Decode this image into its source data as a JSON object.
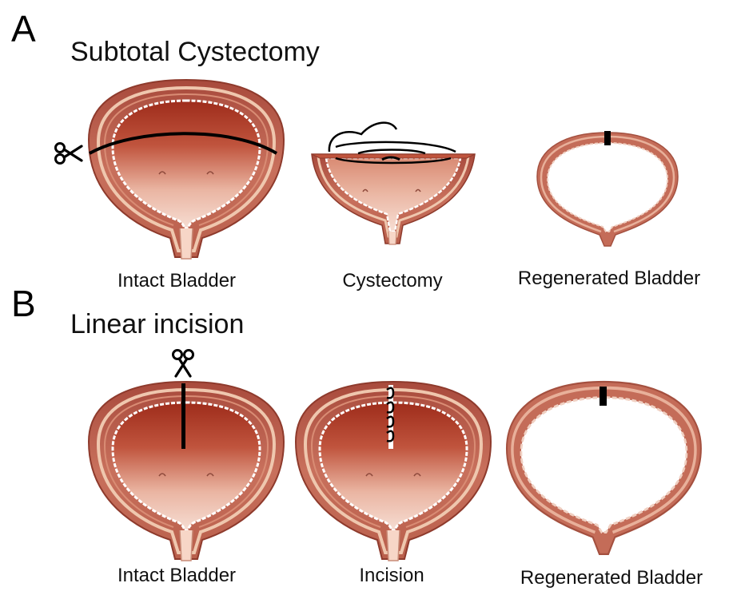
{
  "panel_a": {
    "letter": "A",
    "title": "Subtotal Cystectomy",
    "captions": [
      "Intact Bladder",
      "Cystectomy",
      "Regenerated Bladder"
    ]
  },
  "panel_b": {
    "letter": "B",
    "title": "Linear incision",
    "captions": [
      "Intact Bladder",
      "Incision",
      "Regenerated Bladder"
    ]
  },
  "icons": [
    "scissors-icon",
    "suture-icon"
  ],
  "colors": {
    "outer_wall": "#b85a4a",
    "wall_band": "#d9927a",
    "wall_light": "#ecc0a6",
    "lumen_dark": "#a8321f",
    "lumen_light": "#f3d2c4",
    "mucosa": "#ffffff",
    "incision_line": "#000000"
  }
}
